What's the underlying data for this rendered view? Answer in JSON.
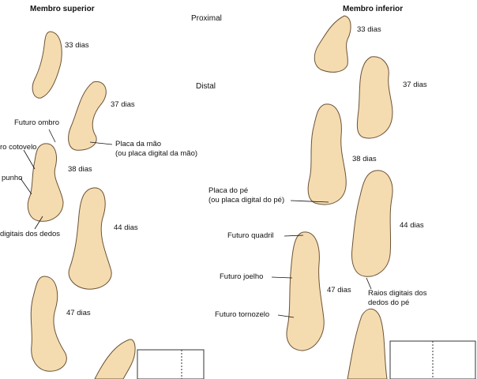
{
  "upper": {
    "title": "Membro superior",
    "ages": [
      "33 dias",
      "37 dias",
      "38 dias",
      "44 dias",
      "47 dias"
    ],
    "labels": {
      "shoulder": "Futuro ombro",
      "elbow": "ro cotovelo",
      "wrist": "punho",
      "hand_plate_1": "Placa da mão",
      "hand_plate_2": "(ou placa digital da mão)",
      "finger_rays": "digitais dos dedos"
    }
  },
  "axis": {
    "proximal": "Proximal",
    "distal": "Distal"
  },
  "lower": {
    "title": "Membro inferior",
    "ages": [
      "33 dias",
      "37 dias",
      "38 dias",
      "44 dias",
      "47 dias"
    ],
    "labels": {
      "foot_plate_1": "Placa do pé",
      "foot_plate_2": "(ou placa digital do pé)",
      "hip": "Futuro quadril",
      "knee": "Futuro joelho",
      "ankle": "Futuro tornozelo",
      "toe_rays_1": "Raios digitais dos",
      "toe_rays_2": "dedos do pé"
    }
  },
  "colors": {
    "skin": "#f5dcb0",
    "skin_shadow": "#e2b57f",
    "outline": "#6b5236"
  }
}
